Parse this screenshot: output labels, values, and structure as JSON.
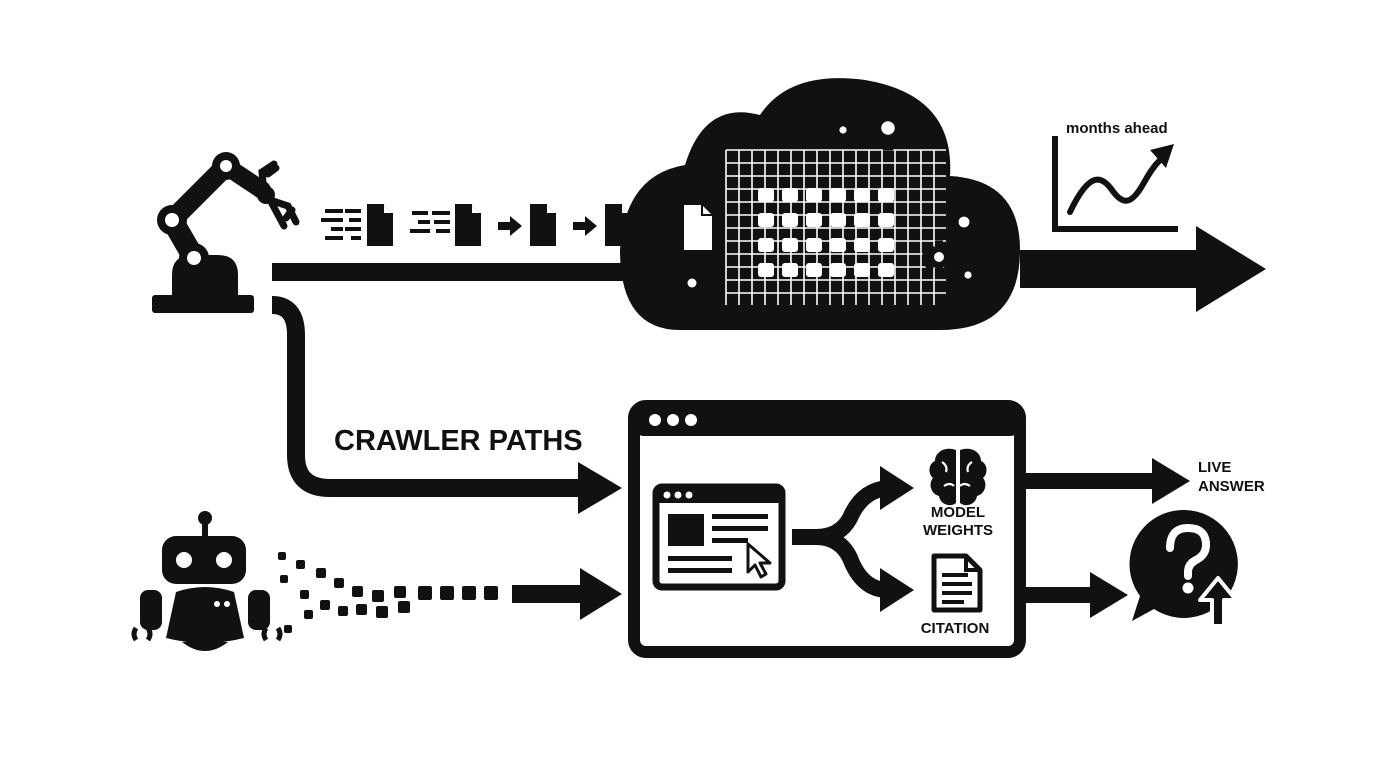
{
  "labels": {
    "months_ahead": "months ahead",
    "crawler_paths": "CRAWLER PATHS",
    "model_weights_line1": "MODEL",
    "model_weights_line2": "WEIGHTS",
    "citation": "CITATION",
    "live_answer_line1": "LIVE",
    "live_answer_line2": "ANSWER"
  },
  "icons": {
    "crawler": "robot-arm-icon",
    "live_bot": "robot-icon",
    "training": "cloud-icon",
    "weights": "brain-icon",
    "citation": "document-icon",
    "answer": "question-bubble-icon",
    "trend": "line-chart-icon"
  },
  "colors": {
    "ink": "#111111",
    "paper": "#ffffff"
  }
}
